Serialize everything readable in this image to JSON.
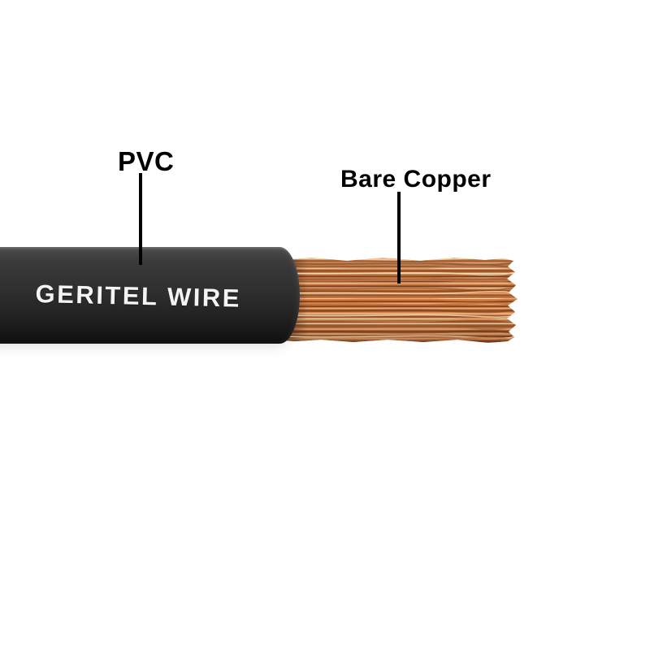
{
  "annotations": {
    "pvc_label": "PVC",
    "bare_copper_label": "Bare Copper"
  },
  "cable": {
    "brand_text": "GERITEL WIRE"
  },
  "colors": {
    "background": "#ffffff",
    "label_text": "#010101",
    "pointer_line": "#000000",
    "jacket_highlight": "#565656",
    "jacket_mid": "#2e2e2e",
    "jacket_shadow": "#0f0f0f",
    "brand_text_color": "#f4f4f4",
    "copper_light": "#f6d7b0",
    "copper_mid": "#d2834c",
    "copper_dark": "#a65a2a",
    "copper_deep": "#7a3c16"
  }
}
